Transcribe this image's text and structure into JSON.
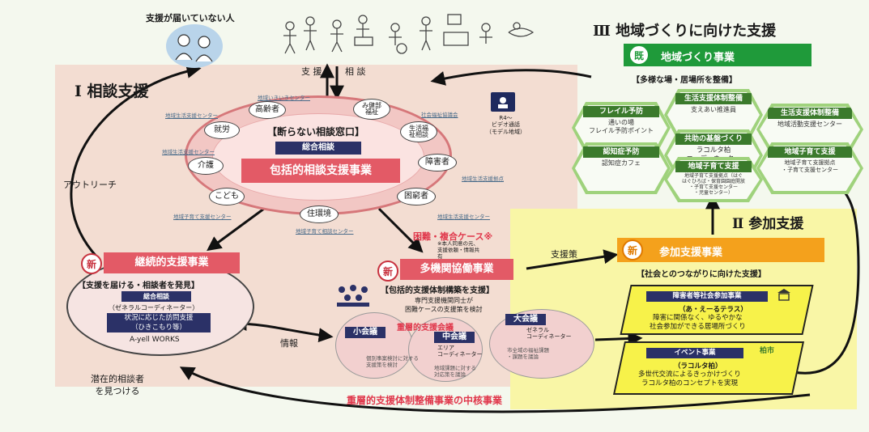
{
  "not_reached": "支援が届いていない人",
  "flow": {
    "support": "支 援",
    "consult": "相 談"
  },
  "sections": {
    "consult": "Ⅰ 相談支援",
    "community": "Ⅲ 地域づくりに向けた支援",
    "participation": "Ⅱ 参加支援"
  },
  "outreach": "アウトリーチ",
  "center": {
    "title": "【断らない相談窓口】",
    "general": "総合相談",
    "project": "包括的相談支援事業"
  },
  "nodes": {
    "elderly": "高齢者",
    "kosodate_fukushi": "み健部\n福祉",
    "work": "就労",
    "life_welfare": "生活福\n祉相談",
    "care": "介護",
    "disability": "障害者",
    "child": "こども",
    "poverty": "困窮者",
    "housing": "住環境"
  },
  "small_tags": [
    "地域生活支援センター",
    "地域いきいきセンター",
    "社会福祉協議会",
    "地域生活支援センター",
    "地域生活支援拠点",
    "地域子育て支援センター",
    "地域生活支援センター",
    "地域子育て相談センター"
  ],
  "video": "R4～\nビデオ通話\n（モデル地域）",
  "difficult": {
    "title": "困難・複合ケース※",
    "note": "※本人同意の元、\n支援依頼・情報共\n有"
  },
  "continuous": {
    "badge": "新",
    "title": "継続的支援事業",
    "subtitle": "【支援を届ける・相談者を発見】",
    "general": "総合相談",
    "coordinator": "（ゼネラルコーディネーター）",
    "visit": "状況に応じた訪問支援",
    "hikikomori": "（ひきこもり等）",
    "ayell": "A-yell WORKS"
  },
  "multi": {
    "badge": "新",
    "title": "多機関協働事業",
    "subtitle": "【包括的支援体制構築を支援】",
    "desc1": "専門支援機関同士が",
    "desc2": "困難ケースの支援策を検討"
  },
  "meetings": {
    "system": "重層的支援会議",
    "small": "小会議",
    "medium": "中会議",
    "large": "大会議",
    "area_coord": "エリア\nコーディネーター",
    "general_coord": "ゼネラル\nコーディネーター",
    "small_note": "個別事案検討に対する\n支援策を検討",
    "medium_note": "地域課題に対する\n対応策を議論",
    "large_note": "市全域の福祉課題\n・課題を議論"
  },
  "info": "情報",
  "latent": "潜在的相談者\nを見つける",
  "core": "重層的支援体制整備事業の中核事業",
  "support_plan": "支援策",
  "community": {
    "badge": "既",
    "title": "地域づくり事業",
    "subtitle": "【多様な場・居場所を整備】",
    "hexes": [
      {
        "head": "フレイル予防",
        "body": "通いの場\nフレイル予防ポイント"
      },
      {
        "head": "生活支援体制整備",
        "body": "支えあい推進員"
      },
      {
        "head": "生活支援体制整備",
        "body": "地域活動支援センター"
      },
      {
        "head": "共助の基盤づくり",
        "body": "ラコルタ柏\nコーディネーター"
      },
      {
        "head": "認知症予防",
        "body": "認知症カフェ"
      },
      {
        "head": "地域子育て支援",
        "body": "地域子育て支援拠点\n・子育て支援センター"
      },
      {
        "head": "地域子育て支援",
        "body": "地域子育て支援拠点（はぐ\nはぐひろば・保育園園庭開放\n・子育て支援センター\n・児童センター）"
      }
    ]
  },
  "participation": {
    "badge": "新",
    "title": "参加支援事業",
    "subtitle": "【社会とのつながりに向けた支援】",
    "box1_head": "障害者等社会参加事業",
    "box1_name": "（あ・えーるテラス）",
    "box1_desc": "障害に関係なく、ゆるやかな\n社会参加ができる居場所づくり",
    "box2_head": "イベント事業",
    "box2_name": "（ラコルタ柏）",
    "box2_desc": "多世代交流によるきっかけづくり\nラコルタ柏のコンセプトを実現",
    "box2_icon_label": "柏市"
  },
  "colors": {
    "accent_red": "#e35a66",
    "navy": "#2b3167",
    "green": "#1f9a3a",
    "orange": "#f4a11c",
    "yellow": "#f7f24a"
  }
}
